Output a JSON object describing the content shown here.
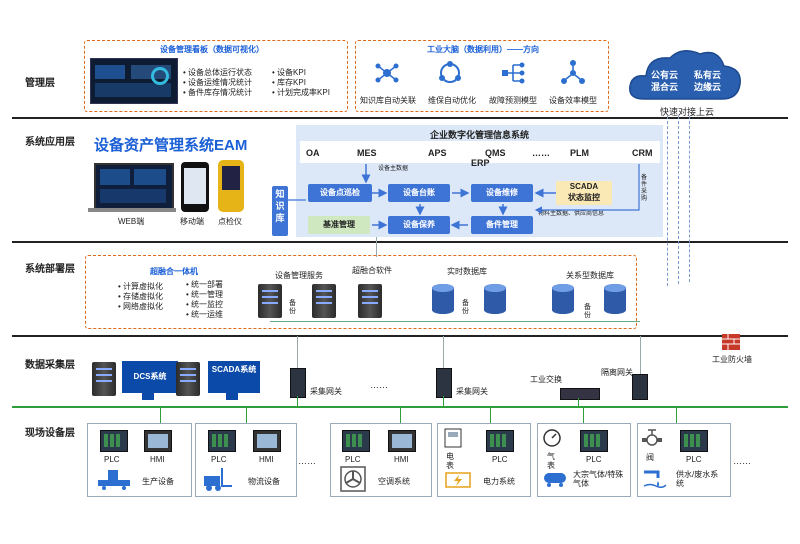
{
  "layers": {
    "management": "管理层",
    "system_app": "系统应用层",
    "system_deploy": "系统部署层",
    "data_collect": "数据采集层",
    "field_device": "现场设备层"
  },
  "mgmt_box1": {
    "title": "设备管理看板（数据可视化）",
    "col1": [
      "设备总体运行状态",
      "设备运维情况统计",
      "备件库存情况统计"
    ],
    "col2": [
      "设备KPI",
      "库存KPI",
      "计划完成率KPI"
    ]
  },
  "mgmt_box2": {
    "title": "工业大脑（数据利用）——方向",
    "items": [
      "知识库自动关联",
      "维保自动优化",
      "故障预测模型",
      "设备效率模型"
    ]
  },
  "cloud": {
    "labels": [
      "公有云",
      "私有云",
      "混合云",
      "边缘云"
    ],
    "caption": "快速对接上云"
  },
  "eam": {
    "title": "设备资产管理系统EAM",
    "devices": [
      "WEB端",
      "移动端",
      "点检仪"
    ]
  },
  "enterprise": {
    "title": "企业数字化管理信息系统",
    "systems": [
      "OA",
      "MES",
      "APS",
      "QMS",
      "……",
      "PLM",
      "CRM",
      "ERP"
    ]
  },
  "modules": {
    "knowledge": "知识库",
    "inspect": "设备点巡检",
    "ledger": "设备台账",
    "repair": "设备维修",
    "scada": "SCADA\n状态监控",
    "basic": "基准管理",
    "maintain": "设备保养",
    "spare": "备件管理",
    "note_master": "设备主数据",
    "note_spare": "备件采购",
    "note_material": "物料主数据、供应商信息"
  },
  "deploy": {
    "title": "超融合一体机",
    "col1": [
      "计算虚拟化",
      "存储虚拟化",
      "网络虚拟化"
    ],
    "col2": [
      "统一部署",
      "统一管理",
      "统一监控",
      "统一运维"
    ],
    "server_label": "设备管理服务",
    "hci_label": "超融合软件",
    "rtdb_label": "实时数据库",
    "rdb_label": "关系型数据库",
    "backup": "备份"
  },
  "collect": {
    "dcs": "DCS系统",
    "scada": "SCADA系统",
    "gateway": "采集网关",
    "switch": "工业交换",
    "isolation": "隔离网关",
    "firewall": "工业防火墙",
    "ellipsis": "……"
  },
  "field": {
    "plc": "PLC",
    "hmi": "HMI",
    "systems": [
      "生产设备",
      "物流设备",
      "空调系统",
      "电力系统",
      "大宗气体/特殊气体",
      "供水/废水系统"
    ],
    "meter_electric": "电表",
    "meter_gas": "气表",
    "valve": "阀",
    "ellipsis": "……"
  },
  "colors": {
    "accent_blue": "#3f74d7",
    "orange_dash": "#e06a1b",
    "network_green": "#2e9e3a",
    "title_blue": "#1a5fd6"
  }
}
